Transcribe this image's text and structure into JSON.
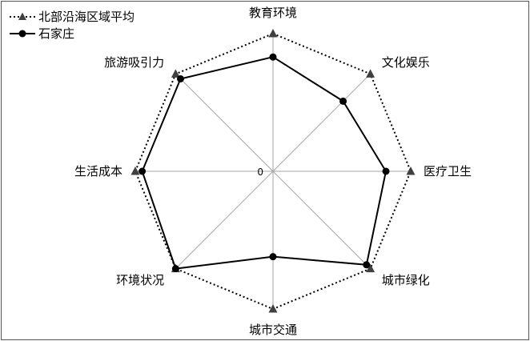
{
  "chart_data": {
    "type": "radar",
    "categories": [
      "教育环境",
      "文化娱乐",
      "医疗卫生",
      "城市绿化",
      "城市交通",
      "环境状况",
      "生活成本",
      "旅游吸引力"
    ],
    "range": [
      0,
      100
    ],
    "zero_label": "0",
    "series": [
      {
        "name": "北部沿海区域平均",
        "values": [
          100,
          100,
          100,
          100,
          100,
          100,
          100,
          100
        ],
        "color": "#000000",
        "line_style": "dotted",
        "marker": "triangle",
        "marker_color": "#404040"
      },
      {
        "name": "石家庄",
        "values": [
          83,
          72,
          82,
          96,
          62,
          100,
          95,
          95
        ],
        "color": "#000000",
        "line_style": "solid",
        "marker": "circle",
        "marker_color": "#000000"
      }
    ],
    "grid": "spokes",
    "legend": "top-left"
  }
}
